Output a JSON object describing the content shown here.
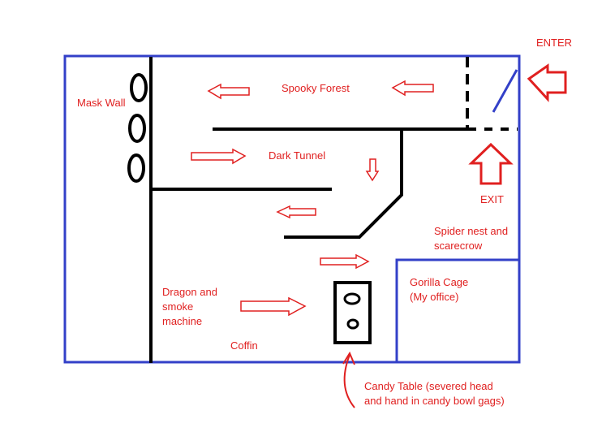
{
  "colors": {
    "label": "#e02020",
    "outer_wall": "#3340c8",
    "inner_wall": "#000000",
    "flow_arrow": "#e02020",
    "background": "#ffffff"
  },
  "labels": {
    "enter": "ENTER",
    "exit": "EXIT",
    "mask_wall": "Mask Wall",
    "spooky_forest": "Spooky Forest",
    "dark_tunnel": "Dark Tunnel",
    "spider_nest_line1": "Spider nest and",
    "spider_nest_line2": "scarecrow",
    "gorilla_cage_line1": "Gorilla Cage",
    "gorilla_cage_line2": "(My office)",
    "dragon_line1": "Dragon and",
    "dragon_line2": "smoke",
    "dragon_line3": "machine",
    "coffin": "Coffin",
    "candy_table_line1": "Candy Table (severed head",
    "candy_table_line2": "and hand in candy bowl gags)"
  },
  "icons": {
    "enter_arrow": "left-arrow-icon",
    "exit_arrow": "up-arrow-icon",
    "flow_arrows": [
      "left-arrow-icon",
      "right-arrow-icon",
      "down-arrow-icon"
    ],
    "candy_pointer": "curved-arrow-icon",
    "masks": "oval-icon"
  }
}
